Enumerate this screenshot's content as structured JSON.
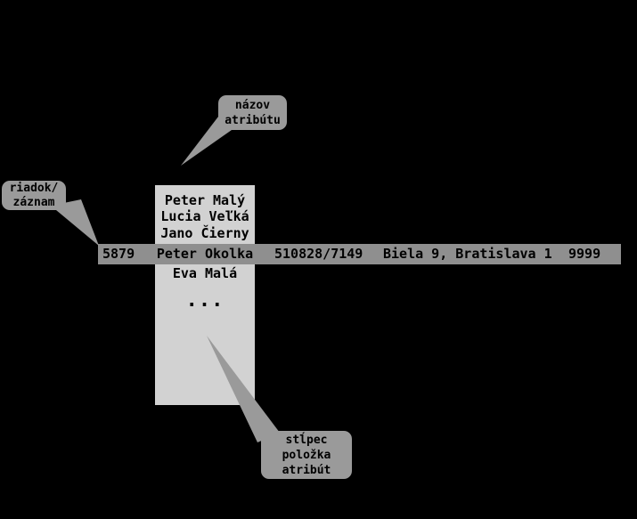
{
  "diagram": {
    "callouts": {
      "attribute_name": {
        "line1": "názov",
        "line2": "atribútu"
      },
      "row_record": {
        "line1": "riadok/",
        "line2": "záznam"
      },
      "column_item": {
        "line1": "stĺpec",
        "line2": "položka",
        "line3": "atribút"
      }
    },
    "table_column": {
      "rows_above": [
        "Peter Malý",
        "Lucia Veľká",
        "Jano Čierny"
      ],
      "rows_below": [
        "Eva Malá"
      ],
      "ellipsis": "..."
    },
    "highlighted_row": {
      "cells": [
        "5879",
        "Peter Okolka",
        "510828/7149",
        "Biela 9, Bratislava 1",
        "9999"
      ]
    },
    "colors": {
      "background": "#000000",
      "column_fill": "#d2d2d2",
      "row_fill": "#8f8f8f",
      "callout_fill": "#9a9a9a",
      "text": "#000000"
    }
  }
}
